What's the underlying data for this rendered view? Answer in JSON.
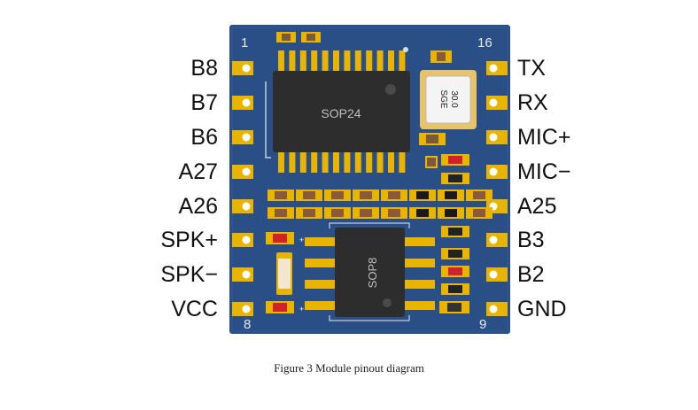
{
  "board": {
    "pcb_color": "#2c4f83",
    "pad_color": "#e8b400",
    "corner_numbers": {
      "top_left": "1",
      "top_right": "16",
      "bottom_left": "8",
      "bottom_right": "9"
    },
    "chip_main": "SOP24",
    "chip_small": "SOP8",
    "crystal_text": "30.0 SGE"
  },
  "pins": {
    "left": [
      "B8",
      "B7",
      "B6",
      "A27",
      "A26",
      "SPK+",
      "SPK−",
      "VCC"
    ],
    "right": [
      "TX",
      "RX",
      "MIC+",
      "MIC−",
      "A25",
      "B3",
      "B2",
      "GND"
    ]
  },
  "caption": "Figure 3    Module pinout diagram"
}
